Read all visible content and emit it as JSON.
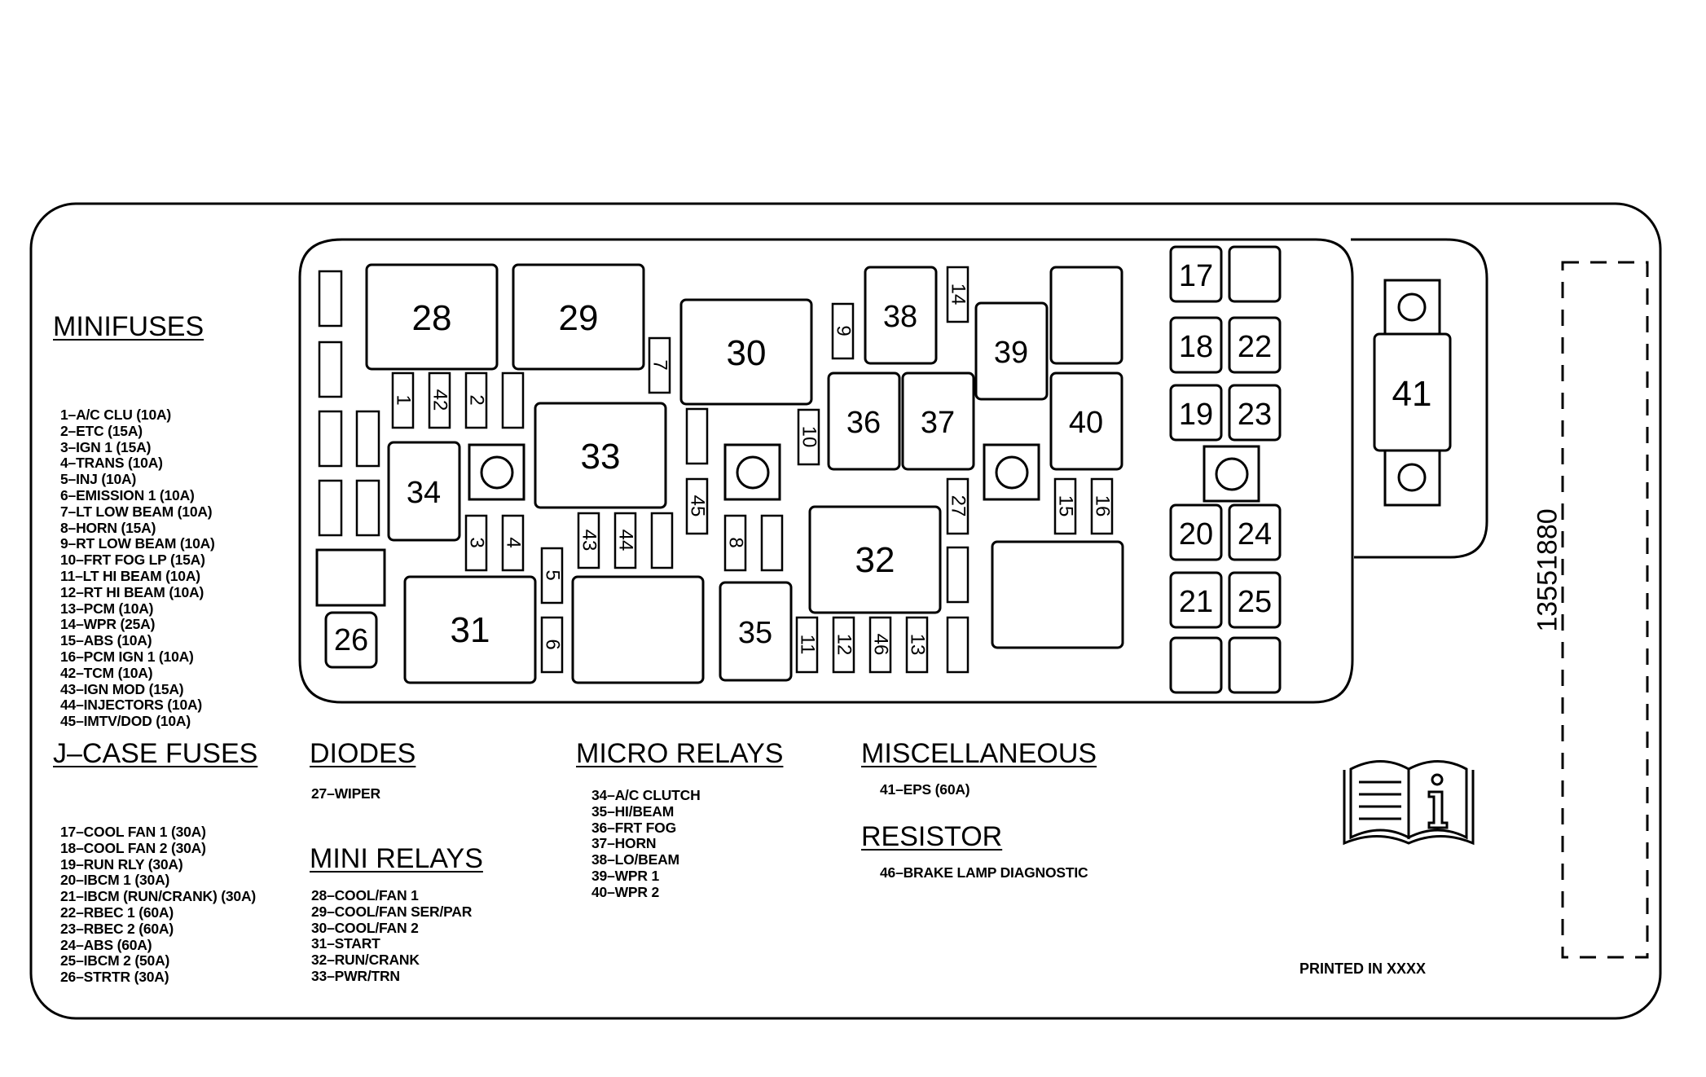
{
  "part_number": "13551880",
  "printed_note": "PRINTED IN XXXX",
  "fuse_numbers": {
    "n1": "1",
    "n2": "2",
    "n3": "3",
    "n4": "4",
    "n5": "5",
    "n6": "6",
    "n7": "7",
    "n8": "8",
    "n9": "9",
    "n10": "10",
    "n11": "11",
    "n12": "12",
    "n13": "13",
    "n14": "14",
    "n15": "15",
    "n16": "16",
    "n17": "17",
    "n18": "18",
    "n19": "19",
    "n20": "20",
    "n21": "21",
    "n22": "22",
    "n23": "23",
    "n24": "24",
    "n25": "25",
    "n26": "26",
    "n27": "27",
    "n28": "28",
    "n29": "29",
    "n30": "30",
    "n31": "31",
    "n32": "32",
    "n33": "33",
    "n34": "34",
    "n35": "35",
    "n36": "36",
    "n37": "37",
    "n38": "38",
    "n39": "39",
    "n40": "40",
    "n41": "41",
    "n42": "42",
    "n43": "43",
    "n44": "44",
    "n45": "45",
    "n46": "46"
  },
  "sections": {
    "minifuses": {
      "title": "MINIFUSES",
      "items": [
        "1–A/C CLU (10A)",
        "2–ETC (15A)",
        "3–IGN 1 (15A)",
        "4–TRANS (10A)",
        "5–INJ (10A)",
        "6–EMISSION 1 (10A)",
        "7–LT LOW BEAM (10A)",
        "8–HORN (15A)",
        "9–RT LOW BEAM (10A)",
        "10–FRT FOG LP (15A)",
        "11–LT HI BEAM (10A)",
        "12–RT HI BEAM (10A)",
        "13–PCM (10A)",
        "14–WPR (25A)",
        "15–ABS (10A)",
        "16–PCM IGN 1 (10A)",
        "42–TCM (10A)",
        "43–IGN MOD (15A)",
        "44–INJECTORS (10A)",
        "45–IMTV/DOD (10A)"
      ]
    },
    "jcase": {
      "title": "J–CASE FUSES",
      "items": [
        "17–COOL FAN 1 (30A)",
        "18–COOL FAN 2 (30A)",
        "19–RUN RLY (30A)",
        "20–IBCM 1 (30A)",
        "21–IBCM (RUN/CRANK) (30A)",
        "22–RBEC 1 (60A)",
        "23–RBEC 2 (60A)",
        "24–ABS (60A)",
        "25–IBCM 2 (50A)",
        "26–STRTR (30A)"
      ]
    },
    "diodes": {
      "title": "DIODES",
      "items": [
        "27–WIPER"
      ]
    },
    "mini_relays": {
      "title": "MINI RELAYS",
      "items": [
        "28–COOL/FAN 1",
        "29–COOL/FAN SER/PAR",
        "30–COOL/FAN 2",
        "31–START",
        "32–RUN/CRANK",
        "33–PWR/TRN"
      ]
    },
    "micro_relays": {
      "title": "MICRO RELAYS",
      "items": [
        "34–A/C CLUTCH",
        "35–HI/BEAM",
        "36–FRT FOG",
        "37–HORN",
        "38–LO/BEAM",
        "39–WPR 1",
        "40–WPR 2"
      ]
    },
    "misc": {
      "title": "MISCELLANEOUS",
      "items": [
        "41–EPS (60A)"
      ]
    },
    "resistor": {
      "title": "RESISTOR",
      "items": [
        "46–BRAKE LAMP DIAGNOSTIC"
      ]
    }
  },
  "icons": {
    "manual": "owner-manual-book-info-icon"
  }
}
